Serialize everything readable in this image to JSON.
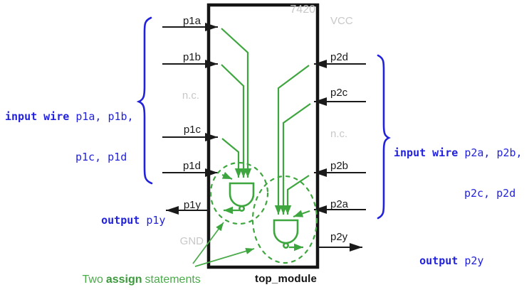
{
  "colors": {
    "wire_green": "#3ea63e",
    "note_green": "#4aab4a",
    "assign_green": "#3b9a3b",
    "code_blue": "#2222dd",
    "muted_gray": "#c8c8c8",
    "ink": "#1a1a1a"
  },
  "chip": {
    "part_number": "7420",
    "module_name": "top_module",
    "vcc_label": "VCC",
    "gnd_label": "GND",
    "nc_left": "n.c.",
    "nc_right": "n.c."
  },
  "pins": {
    "left_inputs": [
      "p1a",
      "p1b",
      "p1c",
      "p1d"
    ],
    "left_output": "p1y",
    "right_inputs": [
      "p2d",
      "p2c",
      "p2b",
      "p2a"
    ],
    "right_output": "p2y"
  },
  "code": {
    "left_inputs": {
      "keyword": "input wire",
      "args_line1": "p1a, p1b,",
      "args_line2": "p1c, p1d"
    },
    "right_inputs": {
      "keyword": "input wire",
      "args_line1": "p2a, p2b,",
      "args_line2": "p2c, p2d"
    },
    "left_output": {
      "keyword": "output",
      "arg": "p1y"
    },
    "right_output": {
      "keyword": "output",
      "arg": "p2y"
    }
  },
  "note": {
    "prefix": "Two",
    "keyword": "assign",
    "suffix": "statements"
  }
}
